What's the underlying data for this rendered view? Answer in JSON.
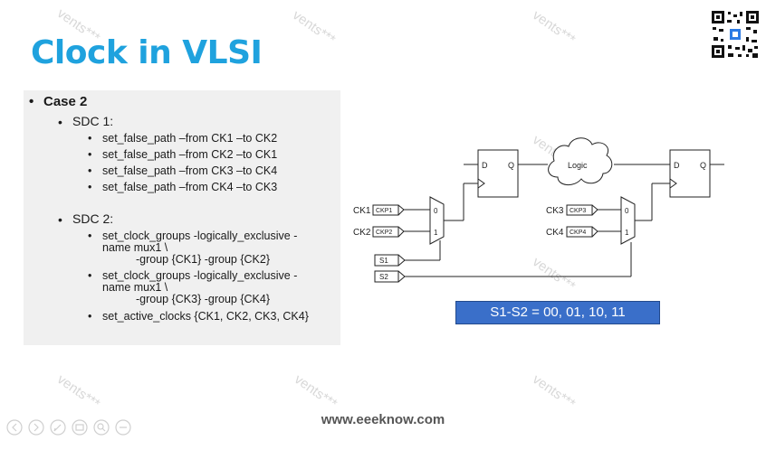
{
  "title": "Clock in VLSI",
  "case": "Case 2",
  "sdc1": {
    "heading": "SDC 1:",
    "items": [
      "set_false_path –from CK1 –to CK2",
      "set_false_path –from CK2 –to CK1",
      "set_false_path –from CK3 –to CK4",
      "set_false_path –from CK4 –to CK3"
    ]
  },
  "sdc2": {
    "heading": "SDC 2:",
    "item1": [
      "set_clock_groups -logically_exclusive -",
      "name mux1 \\",
      "-group {CK1} -group {CK2}"
    ],
    "item2": [
      "set_clock_groups -logically_exclusive -",
      "name mux1 \\",
      "-group {CK3} -group {CK4}"
    ],
    "item3": "set_active_clocks {CK1, CK2, CK3, CK4}"
  },
  "diagram": {
    "ff_d": "D",
    "ff_q": "Q",
    "logic": "Logic",
    "ck1": "CK1",
    "ck2": "CK2",
    "ck3": "CK3",
    "ck4": "CK4",
    "ckp1": "CKP1",
    "ckp2": "CKP2",
    "ckp3": "CKP3",
    "ckp4": "CKP4",
    "s1": "S1",
    "s2": "S2",
    "mux_0": "0",
    "mux_1": "1"
  },
  "equation": "S1-S2 = 00, 01, 10, 11",
  "footer": "www.eeeknow.com",
  "watermark": "vents***",
  "colors": {
    "title": "#1fa2de",
    "equation_bg": "#3a6fc9"
  }
}
